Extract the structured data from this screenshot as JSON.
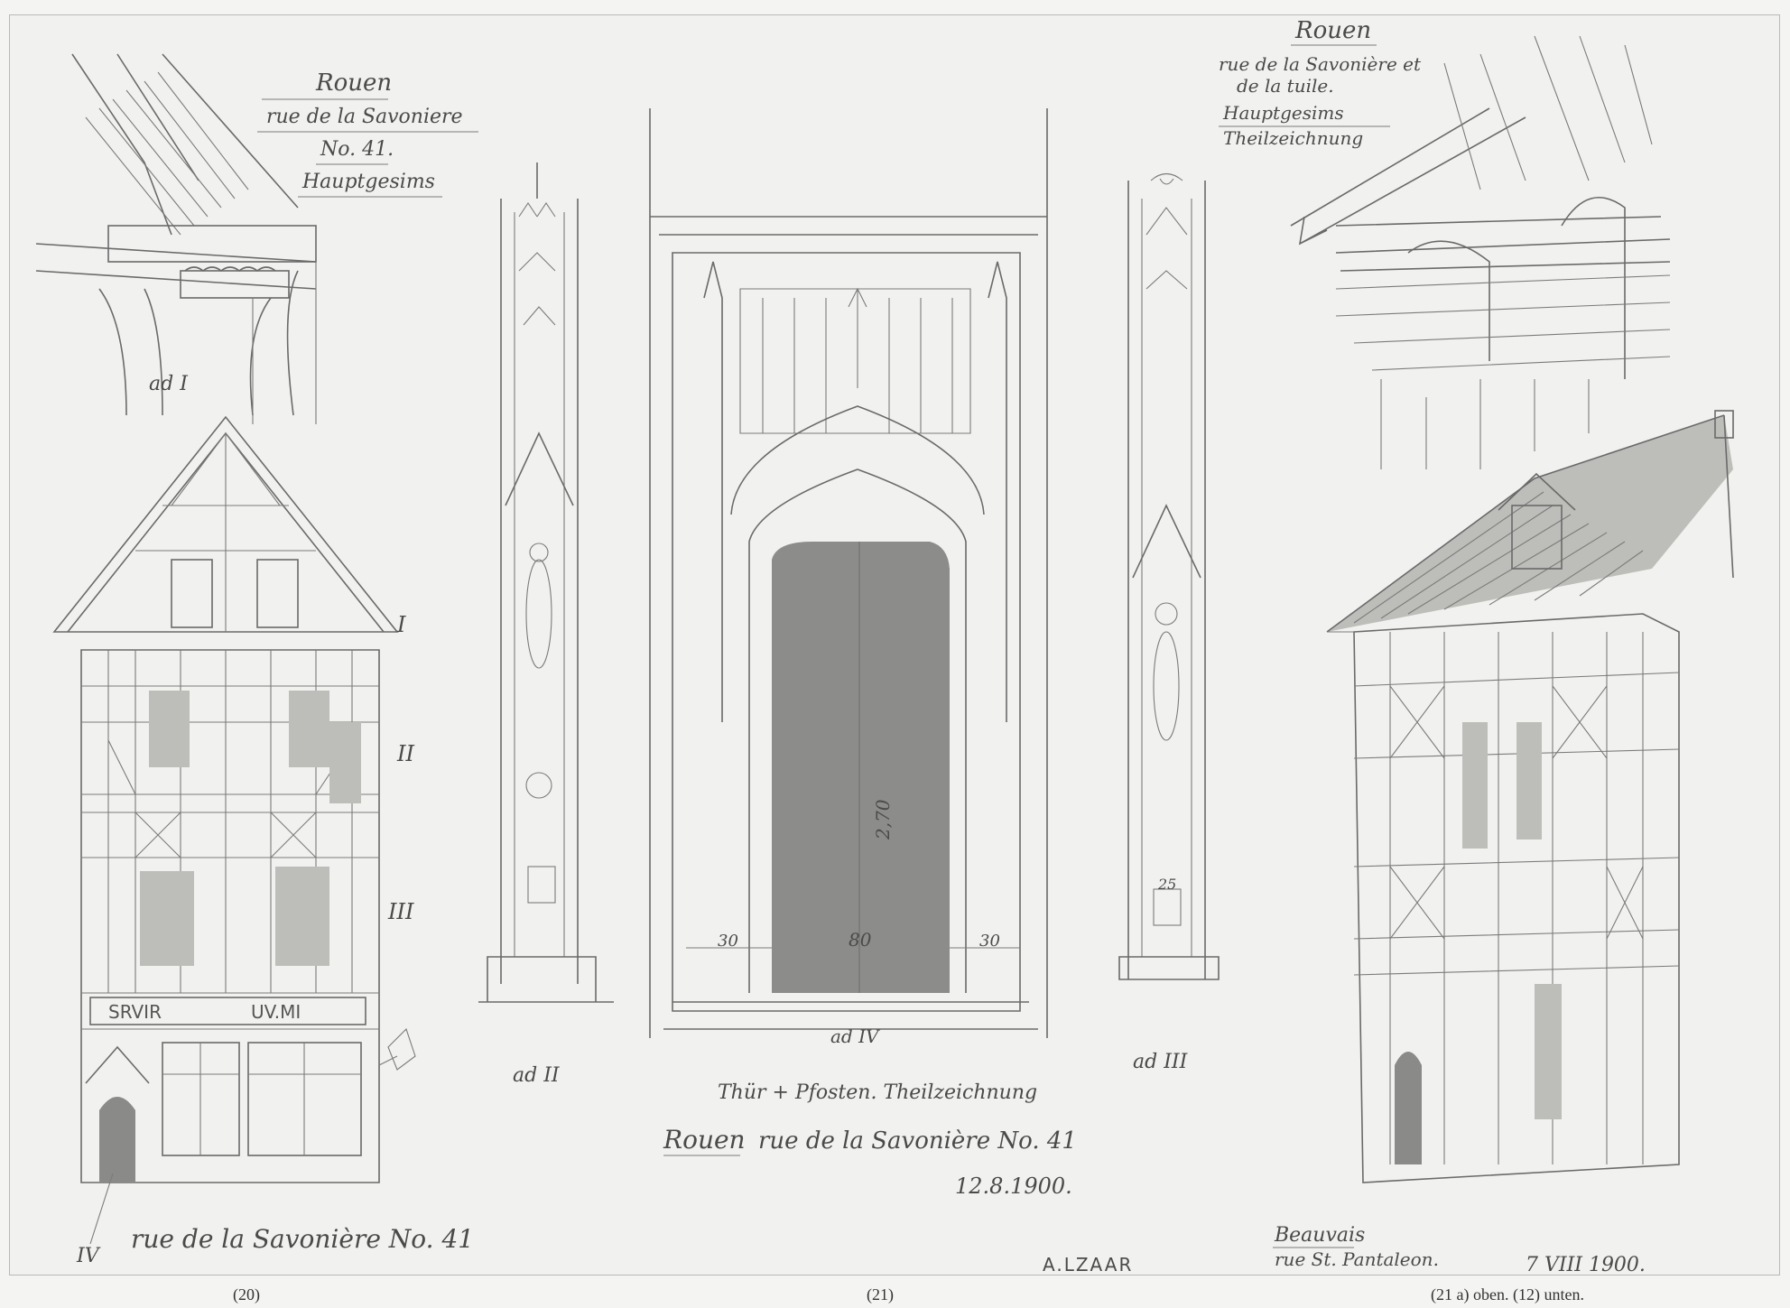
{
  "left_sheet": {
    "title": "Rouen",
    "street": "rue de la Savoniere",
    "number": "No. 41.",
    "subject": "Hauptgesims",
    "detail_label": "ad I",
    "roman_marks": [
      "I",
      "II",
      "III",
      "IV"
    ],
    "shop_sign": [
      "SRVIR",
      "UV.MI"
    ],
    "caption": "rue de la Savonière No. 41"
  },
  "center_sheet": {
    "left_pier_label": "ad II",
    "door_label": "ad IV",
    "right_pier_label": "ad III",
    "dimensions": {
      "left": "30",
      "middle": "80",
      "right": "30",
      "height": "2,70",
      "pier": "25"
    },
    "heading": "Thür + Pfosten. Theilzeichnung",
    "place": "Rouen",
    "address": "rue de la Savonière No. 41",
    "date": "12.8.1900.",
    "signature": "A.LZAAR"
  },
  "right_sheet": {
    "title": "Rouen",
    "street1": "rue de la Savonière et",
    "street2": "de la tuile.",
    "subject1": "Hauptgesims",
    "subject2": "Theilzeichnung",
    "place": "Beauvais",
    "street": "rue St. Pantaleon.",
    "date": "7 VIII 1900."
  },
  "footer": {
    "left": "(20)",
    "center": "(21)",
    "right": "(21 a) oben.   (12) unten."
  }
}
